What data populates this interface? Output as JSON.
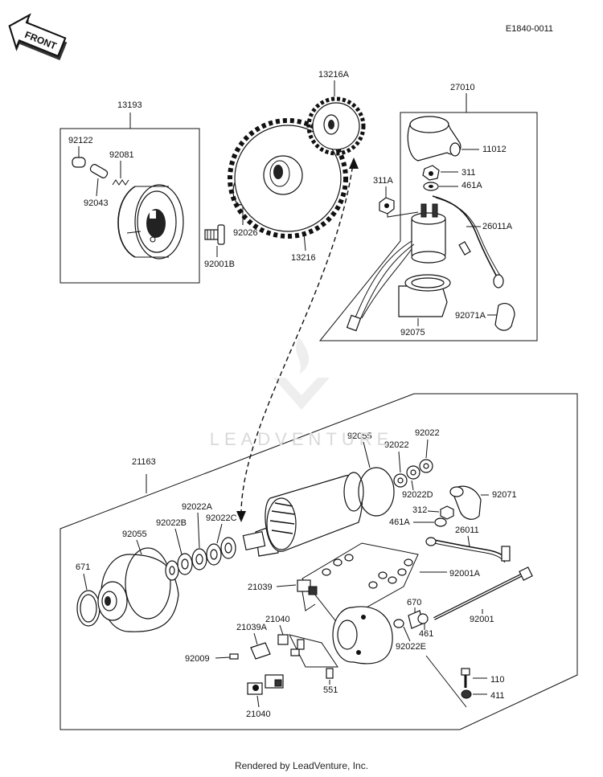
{
  "ref_code": "E1840-0011",
  "front_label": "FRONT",
  "watermark": "LEADVENTURE",
  "footer": "Rendered by LeadVenture, Inc.",
  "part_labels": {
    "p13193": "13193",
    "p92122": "92122",
    "p92081": "92081",
    "p92043": "92043",
    "p92026": "92026",
    "p92001B": "92001B",
    "p13216A": "13216A",
    "p13216": "13216",
    "p27010": "27010",
    "p11012": "11012",
    "p311": "311",
    "p311A": "311A",
    "p461A_top": "461A",
    "p26011A": "26011A",
    "p92071A": "92071A",
    "p92075": "92075",
    "p21163": "21163",
    "p92055_top": "92055",
    "p92022_a": "92022",
    "p92022_b": "92022",
    "p92022D": "92022D",
    "p92071": "92071",
    "p312": "312",
    "p461A": "461A",
    "p26011": "26011",
    "p92022A": "92022A",
    "p92022B": "92022B",
    "p92022C": "92022C",
    "p92055": "92055",
    "p671": "671",
    "p92001A": "92001A",
    "p21039": "21039",
    "p670": "670",
    "p21040_a": "21040",
    "p21039A": "21039A",
    "p461": "461",
    "p92001": "92001",
    "p92022E": "92022E",
    "p92009": "92009",
    "p110": "110",
    "p411": "411",
    "p551": "551",
    "p21040_b": "21040"
  }
}
